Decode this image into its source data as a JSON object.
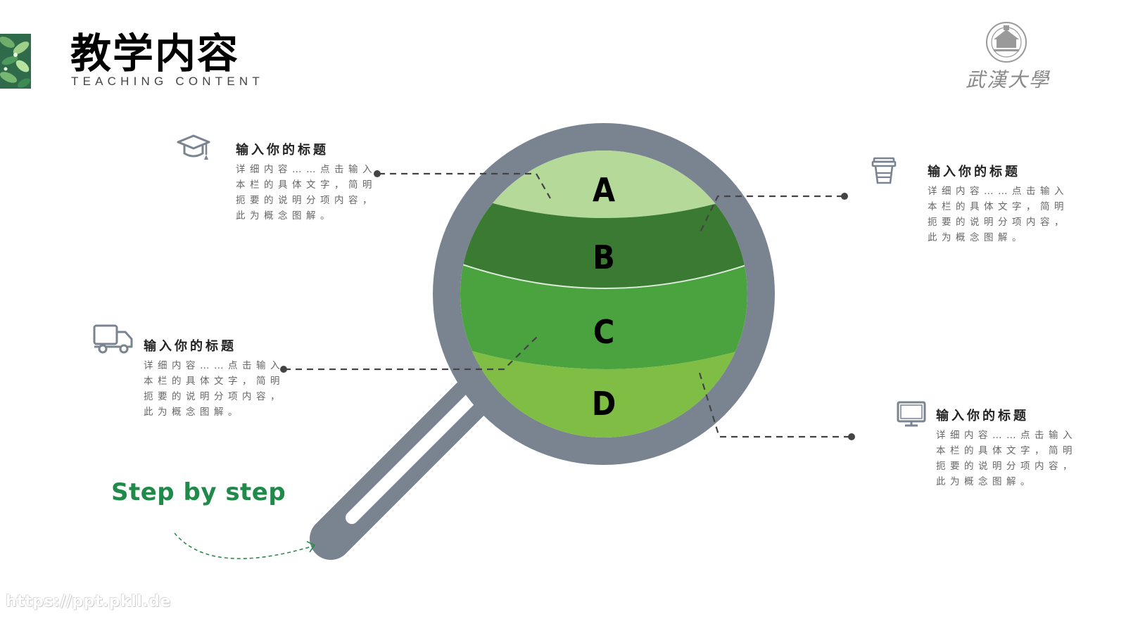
{
  "header": {
    "title": "教学内容",
    "subtitle": "TEACHING CONTENT"
  },
  "logo": {
    "name": "武漢大學"
  },
  "diagram": {
    "segments": [
      {
        "label": "A",
        "color": "#b5d998"
      },
      {
        "label": "B",
        "color": "#3a7a32"
      },
      {
        "label": "C",
        "color": "#4aa33f"
      },
      {
        "label": "D",
        "color": "#7fbd44"
      }
    ],
    "frame_color": "#7a8491"
  },
  "blocks": [
    {
      "icon": "graduation-cap-icon",
      "title": "输入你的标题",
      "body": "详细内容……点击输入本栏的具体文字，简明扼要的说明分项内容，此为概念图解。"
    },
    {
      "icon": "cup-icon",
      "title": "输入你的标题",
      "body": "详细内容……点击输入本栏的具体文字，简明扼要的说明分项内容，此为概念图解。"
    },
    {
      "icon": "truck-icon",
      "title": "输入你的标题",
      "body": "详细内容……点击输入本栏的具体文字，简明扼要的说明分项内容，此为概念图解。"
    },
    {
      "icon": "monitor-icon",
      "title": "输入你的标题",
      "body": "详细内容……点击输入本栏的具体文字，简明扼要的说明分项内容，此为概念图解。"
    }
  ],
  "step_text": "Step by step",
  "watermark": "https://ppt.pkll.de",
  "colors": {
    "accent_green": "#1f8a4a",
    "icon_gray": "#7a8491"
  }
}
